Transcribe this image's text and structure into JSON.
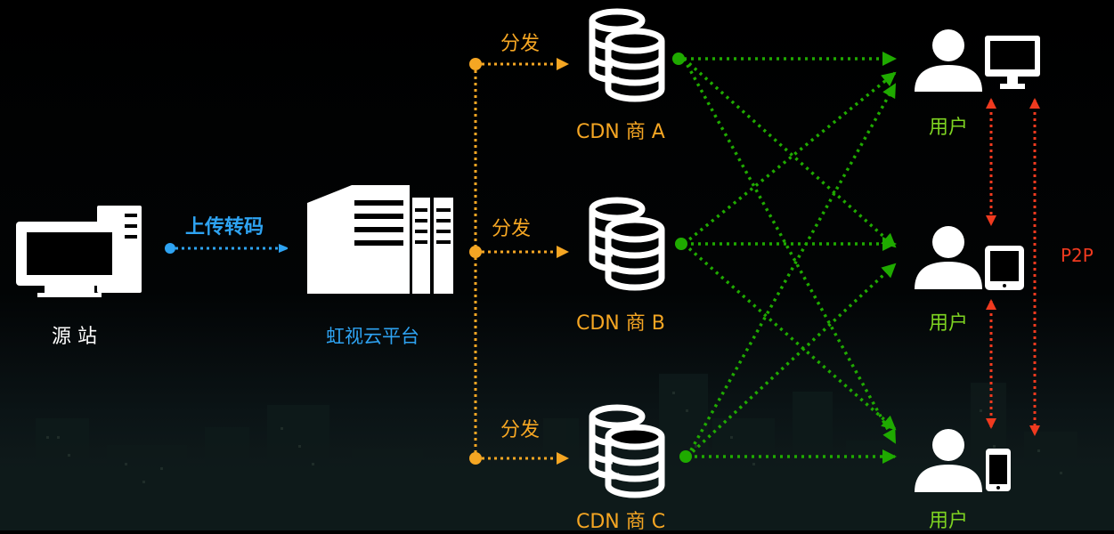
{
  "source": {
    "label": "源 站"
  },
  "upload": {
    "label": "上传转码"
  },
  "platform": {
    "label": "虹视云平台"
  },
  "distribute": {
    "label_a": "分发",
    "label_b": "分发",
    "label_c": "分发"
  },
  "cdn": {
    "a": "CDN 商 A",
    "b": "CDN 商 B",
    "c": "CDN 商 C"
  },
  "users": {
    "u1": "用户",
    "u2": "用户",
    "u3": "用户"
  },
  "p2p": {
    "label": "P2P"
  },
  "colors": {
    "blue": "#2ea3f2",
    "orange": "#f5a623",
    "green": "#1faa00",
    "red": "#f03a1f"
  }
}
